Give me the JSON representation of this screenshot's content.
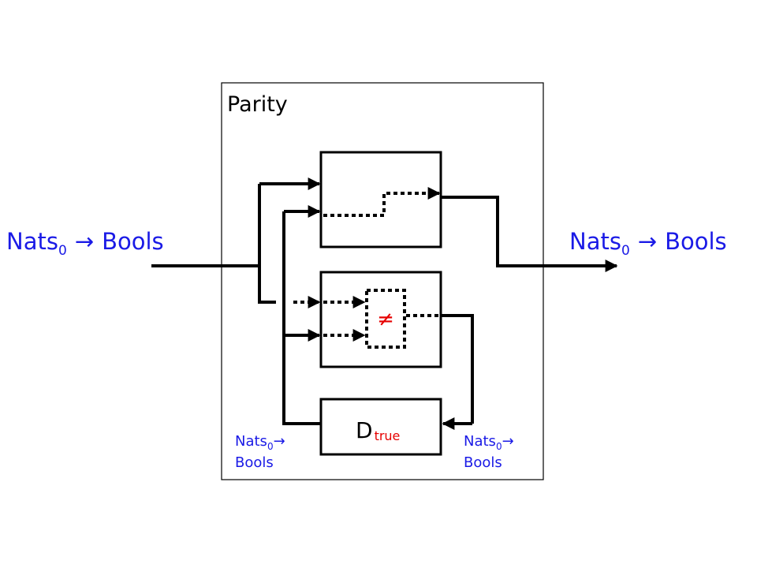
{
  "outer_frame_title": "Parity",
  "left_type": {
    "base": "Nats",
    "sub": "0",
    "arrow": "→",
    "target": "Bools"
  },
  "right_type": {
    "base": "Nats",
    "sub": "0",
    "arrow": "→",
    "target": "Bools"
  },
  "inner_left_type": {
    "base": "Nats",
    "sub": "0",
    "arrow": "→",
    "target": "Bools"
  },
  "inner_right_type": {
    "base": "Nats",
    "sub": "0",
    "arrow": "→",
    "target": "Bools"
  },
  "neq_symbol": "≠",
  "delay_block": {
    "base": "D",
    "sub": "true"
  }
}
